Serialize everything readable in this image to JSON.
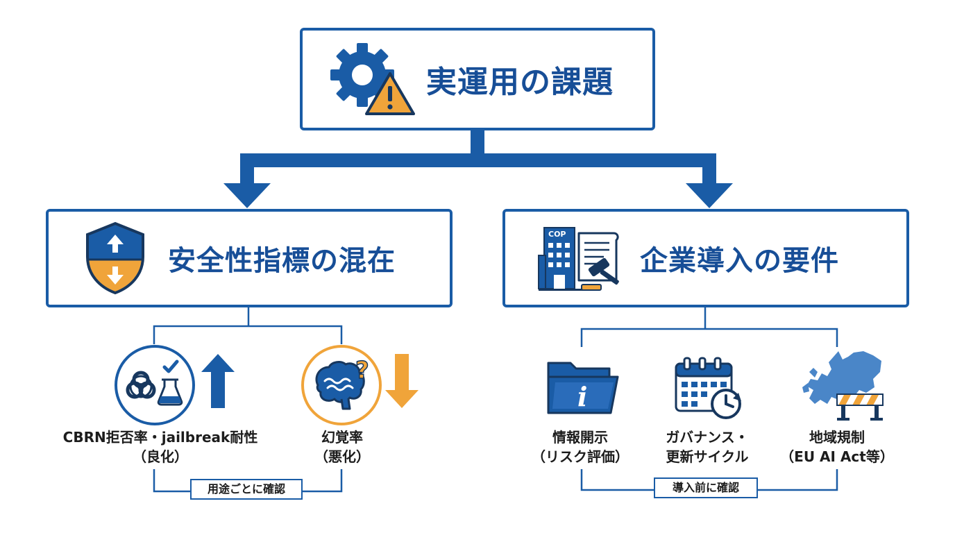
{
  "root": {
    "title": "実運用の課題",
    "icon": "gear-warning-icon"
  },
  "left": {
    "title": "安全性指標の混在",
    "icon": "shield-up-down-icon",
    "items": [
      {
        "label_line1": "CBRN拒否率・jailbreak耐性",
        "label_line2": "（良化）",
        "icon": "biohazard-flask-icon",
        "trend": "up"
      },
      {
        "label_line1": "幻覚率",
        "label_line2": "（悪化）",
        "icon": "brain-question-icon",
        "trend": "down"
      }
    ],
    "tag": "用途ごとに確認"
  },
  "right": {
    "title": "企業導入の要件",
    "icon": "building-document-gavel-icon",
    "doc_badge": "COP",
    "items": [
      {
        "label_line1": "情報開示",
        "label_line2": "（リスク評価）",
        "icon": "folder-info-icon"
      },
      {
        "label_line1": "ガバナンス・",
        "label_line2": "更新サイクル",
        "icon": "calendar-clock-icon"
      },
      {
        "label_line1": "地域規制",
        "label_line2": "（EU AI Act等）",
        "icon": "europe-map-barrier-icon"
      }
    ],
    "tag": "導入前に確認"
  },
  "colors": {
    "primary": "#1a5ca6",
    "orange": "#f0a43a",
    "dark": "#17375e"
  }
}
